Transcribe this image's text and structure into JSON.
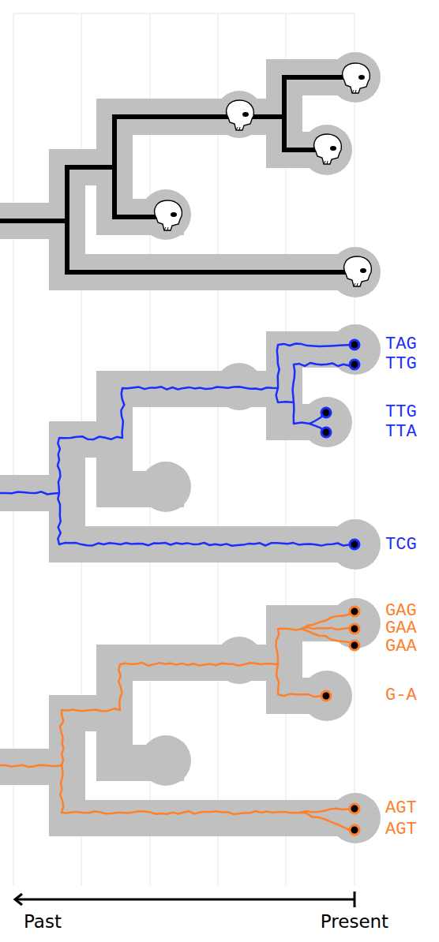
{
  "diagram": {
    "labels": [
      "TAG",
      "TTG",
      "TTG",
      "TTA",
      "TCG",
      "GAG",
      "GAA",
      "GAA",
      "G-A",
      "AGT",
      "AGT",
      "Past",
      "Present"
    ]
  }
}
